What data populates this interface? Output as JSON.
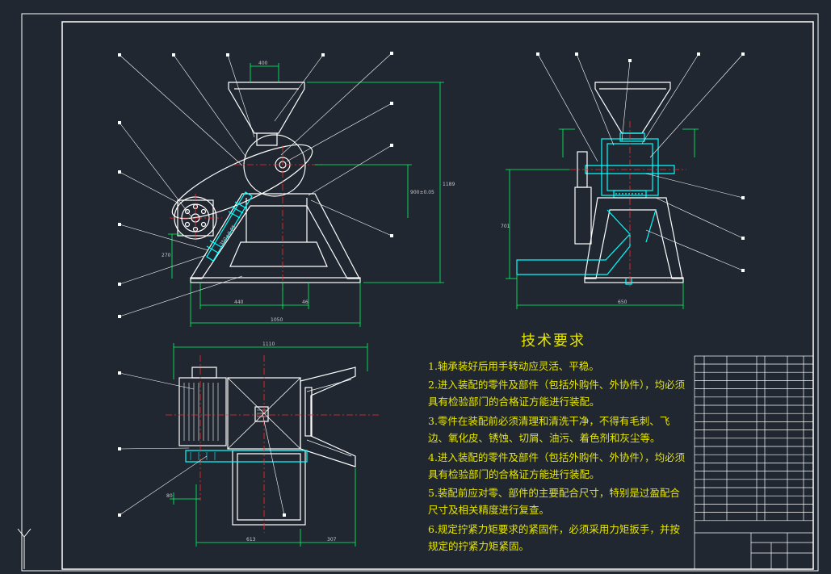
{
  "requirements": {
    "title": "技术要求",
    "items": [
      "1.轴承装好后用手转动应灵活、平稳。",
      "2.进入装配的零件及部件（包括外购件、外协件），均必须具有检验部门的合格证方能进行装配。",
      "3.零件在装配前必须清理和清洗干净，不得有毛刺、飞边、氧化皮、锈蚀、切屑、油污、着色剂和灰尘等。",
      "4.进入装配的零件及部件（包括外购件、外协件），均必须具有检验部门的合格证方能进行装配。",
      "5.装配前应对零、部件的主要配合尺寸，特别是过盈配合尺寸及相关精度进行复查。",
      "6.规定拧紧力矩要求的紧固件，必须采用力矩扳手，并按规定的拧紧力矩紧固。"
    ]
  },
  "dimensions": {
    "front_top": "400",
    "front_height": "1189",
    "front_mid": "900±0.05",
    "front_side": "270",
    "front_bottom_a": "440",
    "front_bottom_b": "46",
    "front_total": "1050",
    "belt": "350±0.05",
    "side_height": "701",
    "side_bottom": "650",
    "plan_top": "1110",
    "plan_bottom_a": "613",
    "plan_bottom_b": "307",
    "plan_left": "80"
  },
  "colors": {
    "background": "#202731",
    "outline": "#ffffff",
    "hatch": "#00ffff",
    "leader": "#ffffff",
    "centerline": "#ff2a2a",
    "text": "#e6e600",
    "dimension": "#00ff66"
  }
}
